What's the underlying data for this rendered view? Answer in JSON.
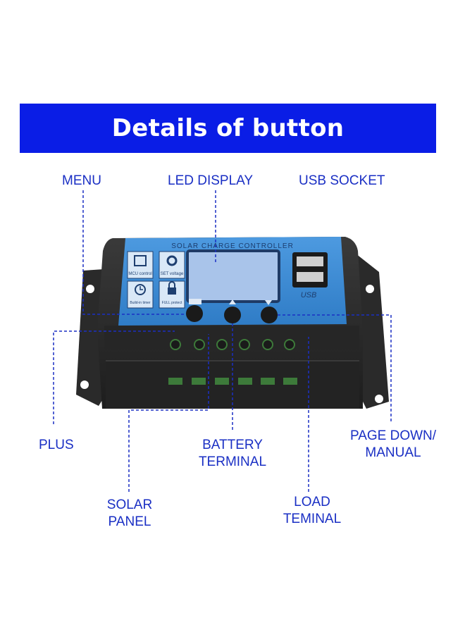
{
  "banner": {
    "title": "Details of button"
  },
  "labels": {
    "menu": "MENU",
    "led_display": "LED DISPLAY",
    "usb_socket": "USB SOCKET",
    "plus": "PLUS",
    "battery_line1": "BATTERY",
    "battery_line2": "TERMINAL",
    "page_down_line1": "PAGE DOWN/",
    "page_down_line2": "MANUAL",
    "solar_line1": "SOLAR",
    "solar_line2": "PANEL",
    "load_line1": "LOAD",
    "load_line2": "TEMINAL"
  },
  "device": {
    "panel_title": "SOLAR CHARGE CONTROLLER",
    "icon_mcu_label": "MCU control",
    "icon_set_label": "SET voltage",
    "icon_timer_label": "Build-in timer",
    "icon_protect_label": "FULL protect",
    "usb_label": "USB",
    "icon_names": [
      "mcu-chip-icon",
      "gear-icon",
      "clock-icon",
      "padlock-icon",
      "usb-port-icon"
    ]
  },
  "colors": {
    "banner": "#0a1de6",
    "label_text": "#1a2fc4",
    "device_body": "#2b2b2b",
    "device_face": "#3a8bd6",
    "lcd": "#a9c4ea",
    "terminal_green": "#3d7a3a",
    "leader_line": "#1a2fc4"
  }
}
